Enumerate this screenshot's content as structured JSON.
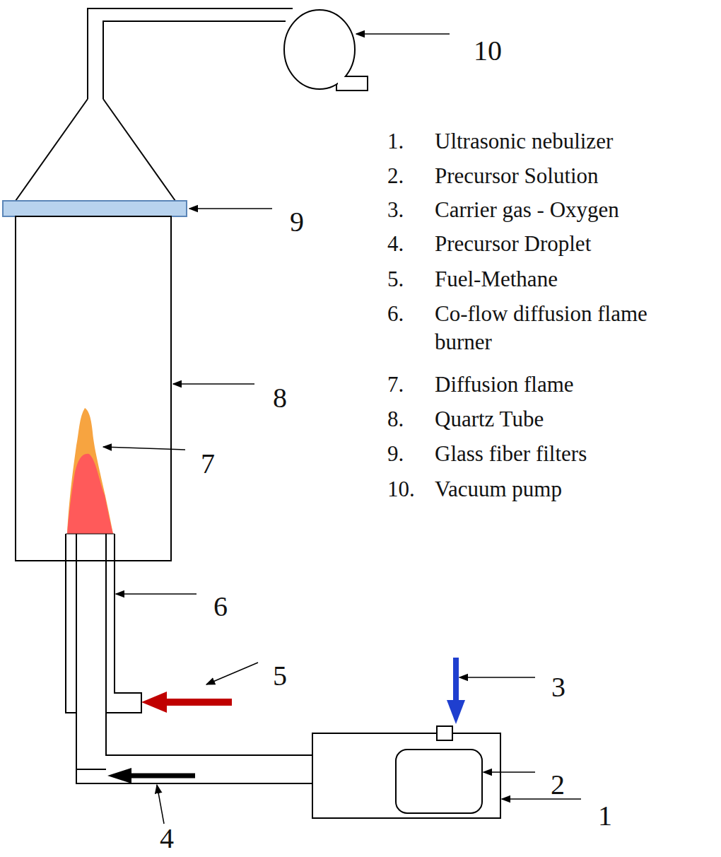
{
  "diagram": {
    "labels": [
      "10",
      "9",
      "8",
      "7",
      "6",
      "5",
      "3",
      "2",
      "1",
      "4",
      "1.",
      "Ultrasonic nebulizer",
      "2.",
      "Precursor Solution",
      "3.",
      "Carrier gas - Oxygen",
      "4.",
      "Precursor Droplet",
      "5.",
      "Fuel-Methane",
      "6.",
      "Co-flow diffusion flame burner",
      "7.",
      "Diffusion flame",
      "8.",
      "Quartz Tube",
      "9.",
      "Glass fiber filters",
      "10.",
      "Vacuum pump"
    ]
  }
}
